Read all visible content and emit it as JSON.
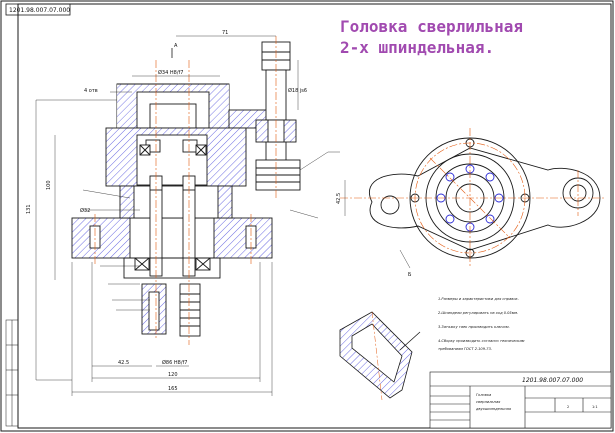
{
  "drawing": {
    "title_line1": "Головка сверлильная",
    "title_line2": "2-х шпиндельная.",
    "doc_code": "1201.98.007.07.000",
    "doc_code_rotated": "1201.98.007.07.000",
    "section_label": "A",
    "view_label": "Б",
    "stamp_name_line1": "Головка",
    "stamp_name_line2": "сверлильная",
    "stamp_name_line3": "двухшпиндельная",
    "stamp_sheet": "2",
    "stamp_scale": "1:1"
  },
  "notes": [
    "1.Размеры и характеристики для справок.",
    "2.Шпиндели регулировать на ход 0.05мм.",
    "3.Затяжку гаек производить ключом.",
    "4.Сборку производить согласно техническим",
    "требованиям ГОСТ 2.109-73."
  ],
  "dimensions": {
    "top_width": "71",
    "upper_bore": "Ø34 H8/f7",
    "right_dia": "Ø18 js6",
    "left_height": "131",
    "left_height2": "100",
    "flange_label": "Ø32",
    "bottom_small": "42.5",
    "bottom_mid": "Ø86 H8/f7",
    "bottom_wide": "120",
    "bottom_total": "165",
    "plan_spacing": "42.5",
    "top_left_mark": "4 отв"
  },
  "colors": {
    "line": "#1a1a1a",
    "center": "#e35a10",
    "accent": "#2b2bd6",
    "title": "#a14ab0"
  }
}
